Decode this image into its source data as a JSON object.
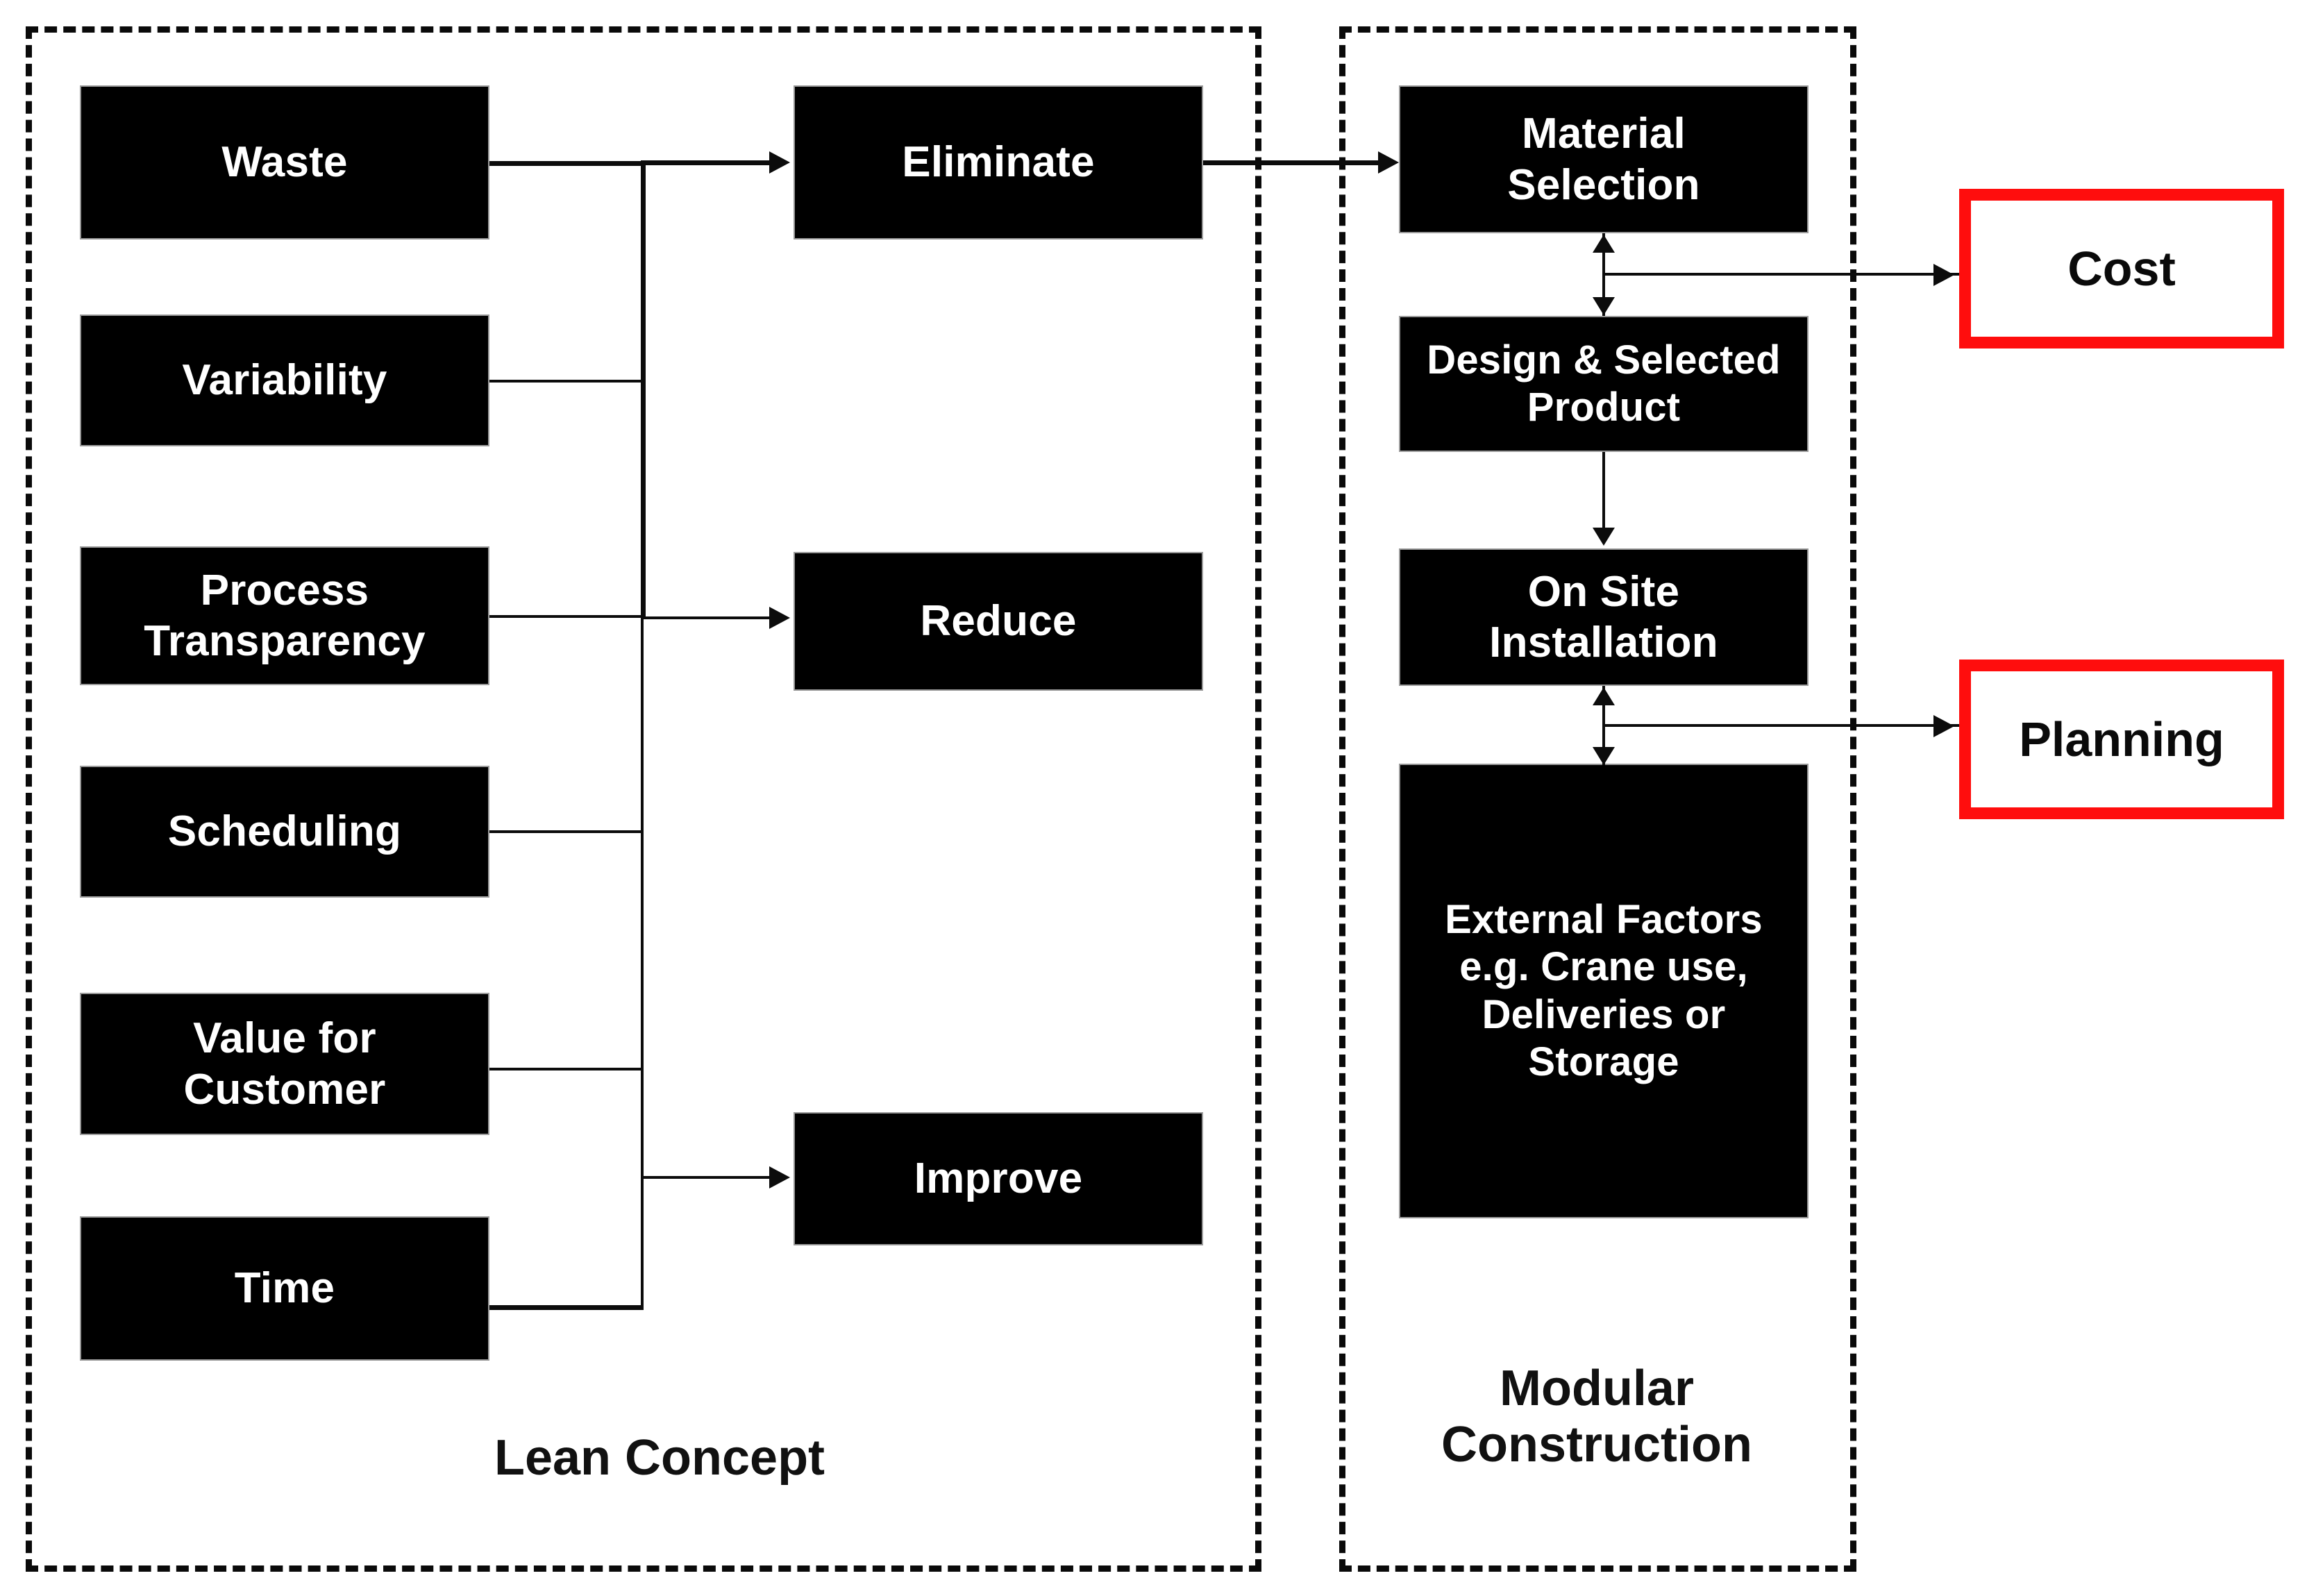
{
  "diagram": {
    "title_hidden": "",
    "groups": [
      {
        "id": "lean",
        "label": "Lean Concept"
      },
      {
        "id": "modular",
        "label": "Modular\nConstruction"
      }
    ],
    "lean_inputs": [
      {
        "id": "waste",
        "label": "Waste"
      },
      {
        "id": "variability",
        "label": "Variability"
      },
      {
        "id": "process",
        "label": "Process\nTransparency"
      },
      {
        "id": "scheduling",
        "label": "Scheduling"
      },
      {
        "id": "value",
        "label": "Value for\nCustomer"
      },
      {
        "id": "time",
        "label": "Time"
      }
    ],
    "lean_actions": [
      {
        "id": "eliminate",
        "label": "Eliminate"
      },
      {
        "id": "reduce",
        "label": "Reduce"
      },
      {
        "id": "improve",
        "label": "Improve"
      }
    ],
    "modular_stages": [
      {
        "id": "material",
        "label": "Material\nSelection"
      },
      {
        "id": "design",
        "label": "Design & Selected\nProduct"
      },
      {
        "id": "onsite",
        "label": "On Site\nInstallation"
      },
      {
        "id": "external",
        "label": "External Factors\ne.g. Crane use,\nDeliveries or\nStorage"
      }
    ],
    "outcomes": [
      {
        "id": "cost",
        "label": "Cost"
      },
      {
        "id": "planning",
        "label": "Planning"
      }
    ],
    "colors": {
      "node_fill": "#000000",
      "node_text": "#ffffff",
      "outcome_border": "#FF0D0D",
      "outcome_text": "#0a0a0a",
      "connector": "#0c0c0c",
      "group_border": "#0a0a0a",
      "background": "#ffffff"
    },
    "connections": [
      {
        "from": "waste",
        "to": "eliminate",
        "type": "arrow"
      },
      {
        "from": "variability",
        "to": "eliminate",
        "type": "bus"
      },
      {
        "from": "process",
        "to": "reduce",
        "type": "arrow"
      },
      {
        "from": "scheduling",
        "to": "reduce",
        "type": "bus"
      },
      {
        "from": "value",
        "to": "improve",
        "type": "bus"
      },
      {
        "from": "time",
        "to": "improve",
        "type": "arrow"
      },
      {
        "from": "eliminate",
        "to": "material",
        "type": "arrow"
      },
      {
        "from": "material",
        "to": "design",
        "type": "double-arrow"
      },
      {
        "from": "design",
        "to": "onsite",
        "type": "arrow"
      },
      {
        "from": "onsite",
        "to": "external",
        "type": "double-arrow"
      },
      {
        "from": "material-design-link",
        "to": "cost",
        "type": "arrow"
      },
      {
        "from": "onsite-external-link",
        "to": "planning",
        "type": "arrow"
      }
    ]
  }
}
